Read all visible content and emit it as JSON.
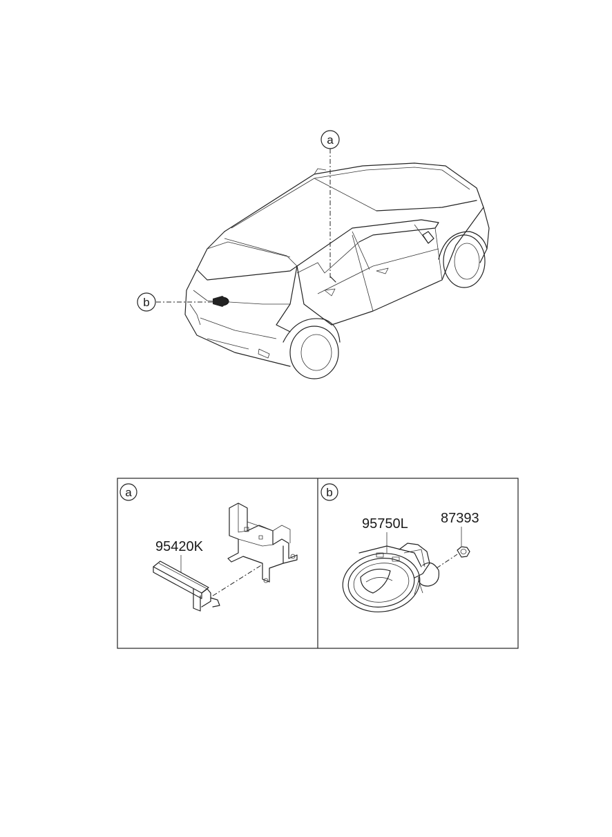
{
  "callouts": {
    "a": "a",
    "b": "b"
  },
  "panels": [
    {
      "id": "a",
      "part_numbers": [
        "95420K"
      ]
    },
    {
      "id": "b",
      "part_numbers": [
        "95750L",
        "87393"
      ]
    }
  ]
}
